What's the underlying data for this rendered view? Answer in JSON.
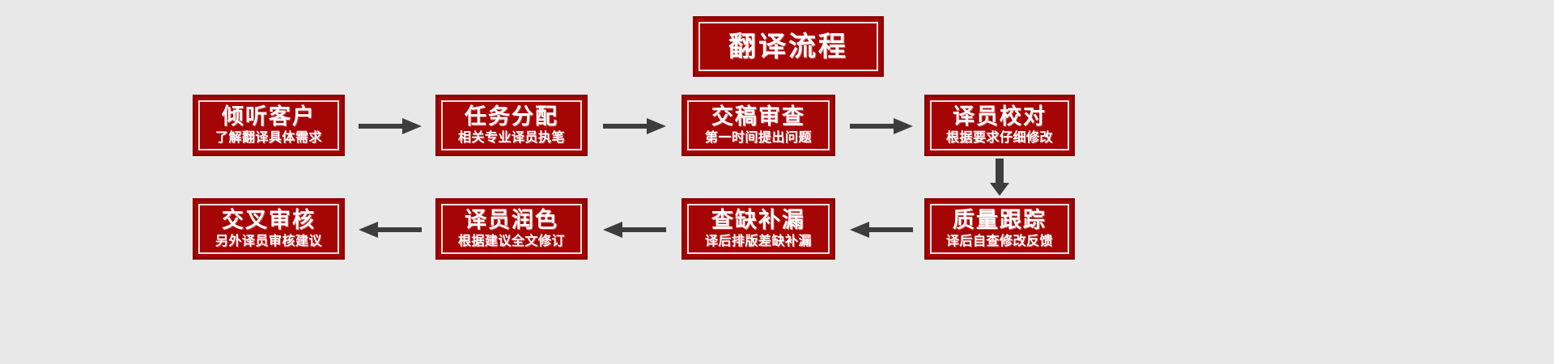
{
  "diagram": {
    "title": "翻译流程",
    "background_color": "#e8e8e8",
    "box_fill_color": "#a50505",
    "box_border_color": "#8d0202",
    "inner_frame_color": "#f2e3e3",
    "text_color": "#ffffff",
    "arrow_color": "#3d3d3d",
    "row1": [
      {
        "title": "倾听客户",
        "subtitle": "了解翻译具体需求"
      },
      {
        "title": "任务分配",
        "subtitle": "相关专业译员执笔"
      },
      {
        "title": "交稿审查",
        "subtitle": "第一时间提出问题"
      },
      {
        "title": "译员校对",
        "subtitle": "根据要求仔细修改"
      }
    ],
    "row2": [
      {
        "title": "质量跟踪",
        "subtitle": "译后自查修改反馈"
      },
      {
        "title": "查缺补漏",
        "subtitle": "译后排版差缺补漏"
      },
      {
        "title": "译员润色",
        "subtitle": "根据建议全文修订"
      },
      {
        "title": "交叉审核",
        "subtitle": "另外译员审核建议"
      }
    ],
    "connectors": [
      {
        "name": "arrow-right-1",
        "direction": "right"
      },
      {
        "name": "arrow-right-2",
        "direction": "right"
      },
      {
        "name": "arrow-right-3",
        "direction": "right"
      },
      {
        "name": "arrow-down-1",
        "direction": "down"
      },
      {
        "name": "arrow-left-1",
        "direction": "left"
      },
      {
        "name": "arrow-left-2",
        "direction": "left"
      },
      {
        "name": "arrow-left-3",
        "direction": "left"
      }
    ]
  }
}
